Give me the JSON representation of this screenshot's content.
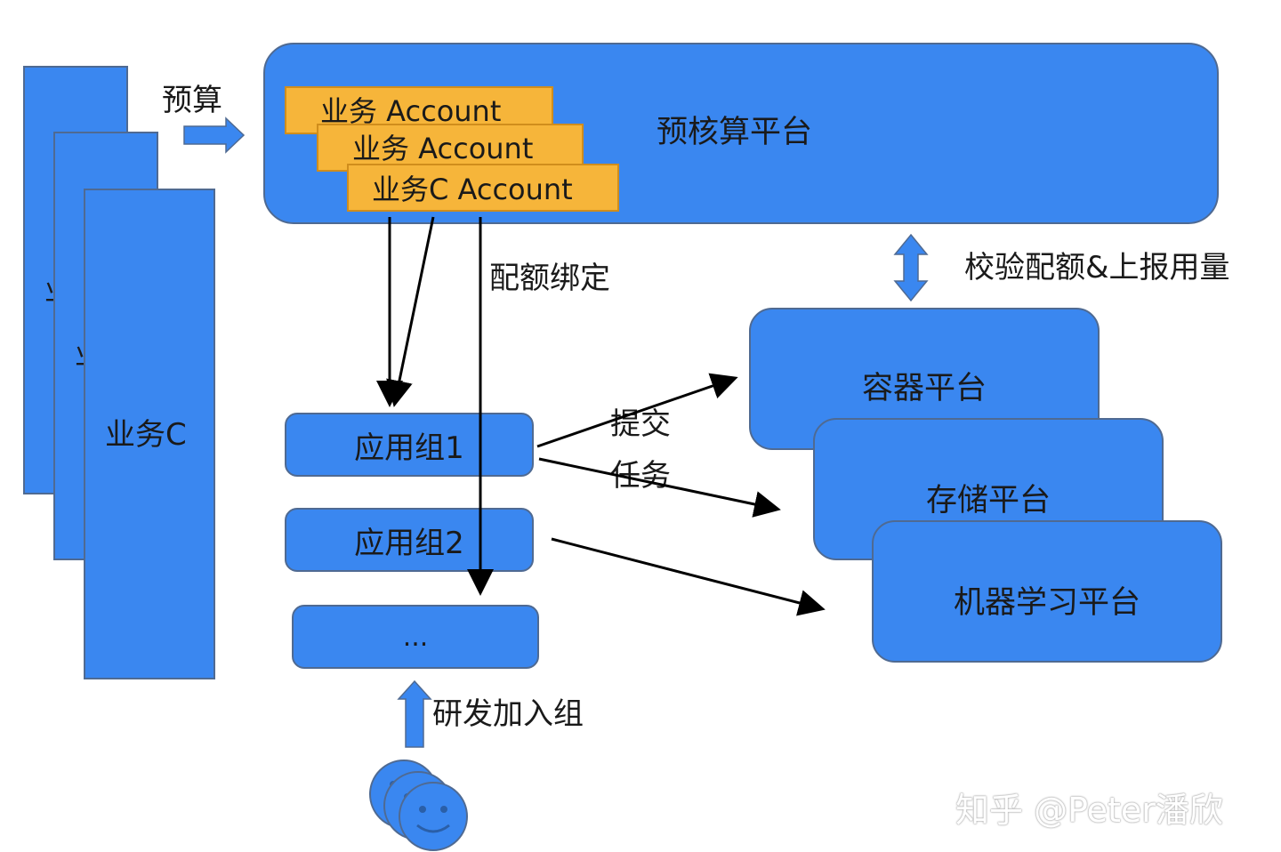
{
  "left_stack": {
    "front_label": "业务C",
    "mid_partial": "业",
    "back_partial": "业"
  },
  "budget_label": "预算",
  "platform": {
    "title": "预核算平台",
    "accounts": [
      "业务 Account",
      "业务 Account",
      "业务C Account"
    ]
  },
  "quota_label": "配额绑定",
  "verify_label": "校验配额&上报用量",
  "app_groups": [
    "应用组1",
    "应用组2",
    "..."
  ],
  "submit_label_line1": "提交",
  "submit_label_line2": "任务",
  "platforms": [
    "容器平台",
    "存储平台",
    "机器学习平台"
  ],
  "join_label": "研发加入组",
  "watermark": "知乎 @Peter潘欣",
  "colors": {
    "box_blue": "#3a87f0",
    "account_orange": "#f6b53a",
    "arrow_blue": "#3a87f0",
    "line_black": "#000000"
  }
}
